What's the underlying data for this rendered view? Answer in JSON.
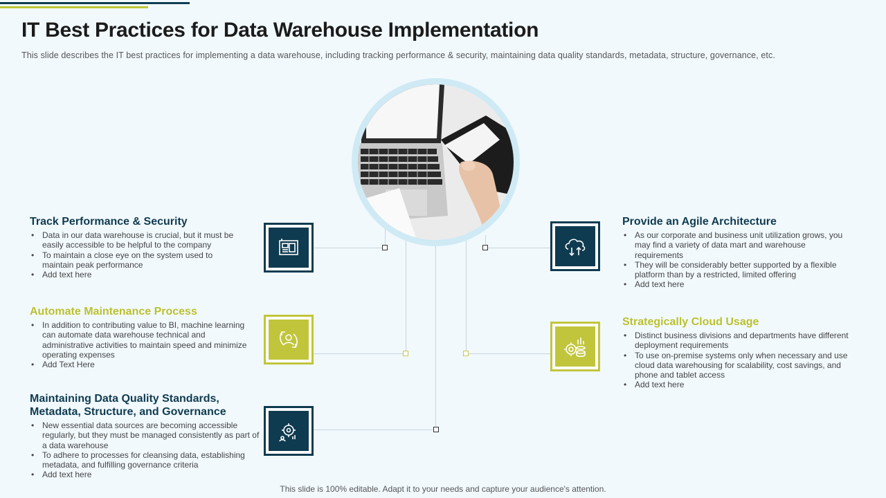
{
  "header": {
    "title": "IT Best Practices for Data Warehouse Implementation",
    "subtitle": "This slide describes the IT best practices for implementing a data warehouse, including tracking performance & security, maintaining data quality standards, metadata, structure, governance, etc."
  },
  "footer": {
    "text": "This slide is 100% editable. Adapt it to your needs and capture your audience's attention."
  },
  "colors": {
    "dark": "#0f3b50",
    "olive": "#c1c53b",
    "background": "#f1f9fd"
  },
  "sections": {
    "track": {
      "title": "Track Performance & Security",
      "icon": "blueprint-icon",
      "bullets": [
        "Data in our data warehouse is crucial, but it must be easily accessible to be helpful to the company",
        "To maintain a close eye on the system used to maintain peak performance",
        "Add text here"
      ]
    },
    "automate": {
      "title": "Automate Maintenance Process",
      "icon": "user-cycle-icon",
      "bullets": [
        "In addition to contributing value to BI, machine learning can automate data warehouse technical and administrative activities to maintain speed and minimize operating expenses",
        "Add Text Here"
      ]
    },
    "quality": {
      "title": "Maintaining Data Quality Standards, Metadata, Structure, and Governance",
      "icon": "gear-chart-icon",
      "bullets": [
        "New essential data sources are becoming accessible regularly, but they must be managed consistently as part of a data warehouse",
        "To adhere to processes for cleansing data, establishing metadata, and fulfilling governance criteria",
        "Add text here"
      ]
    },
    "agile": {
      "title": "Provide an Agile Architecture",
      "icon": "cloud-transfer-icon",
      "bullets": [
        "As our corporate and business unit utilization grows, you may find a variety of data mart and warehouse requirements",
        "They will be considerably better supported by a flexible platform than by a restricted, limited offering",
        "Add text here"
      ]
    },
    "cloud": {
      "title": "Strategically Cloud Usage",
      "icon": "coins-chart-icon",
      "bullets": [
        "Distinct business divisions and departments have different deployment requirements",
        "To use on-premise systems only when necessary and use cloud data warehousing for scalability, cost savings, and phone and tablet access",
        "Add text here"
      ]
    }
  },
  "hero": {
    "icon": "laptop-photo"
  }
}
